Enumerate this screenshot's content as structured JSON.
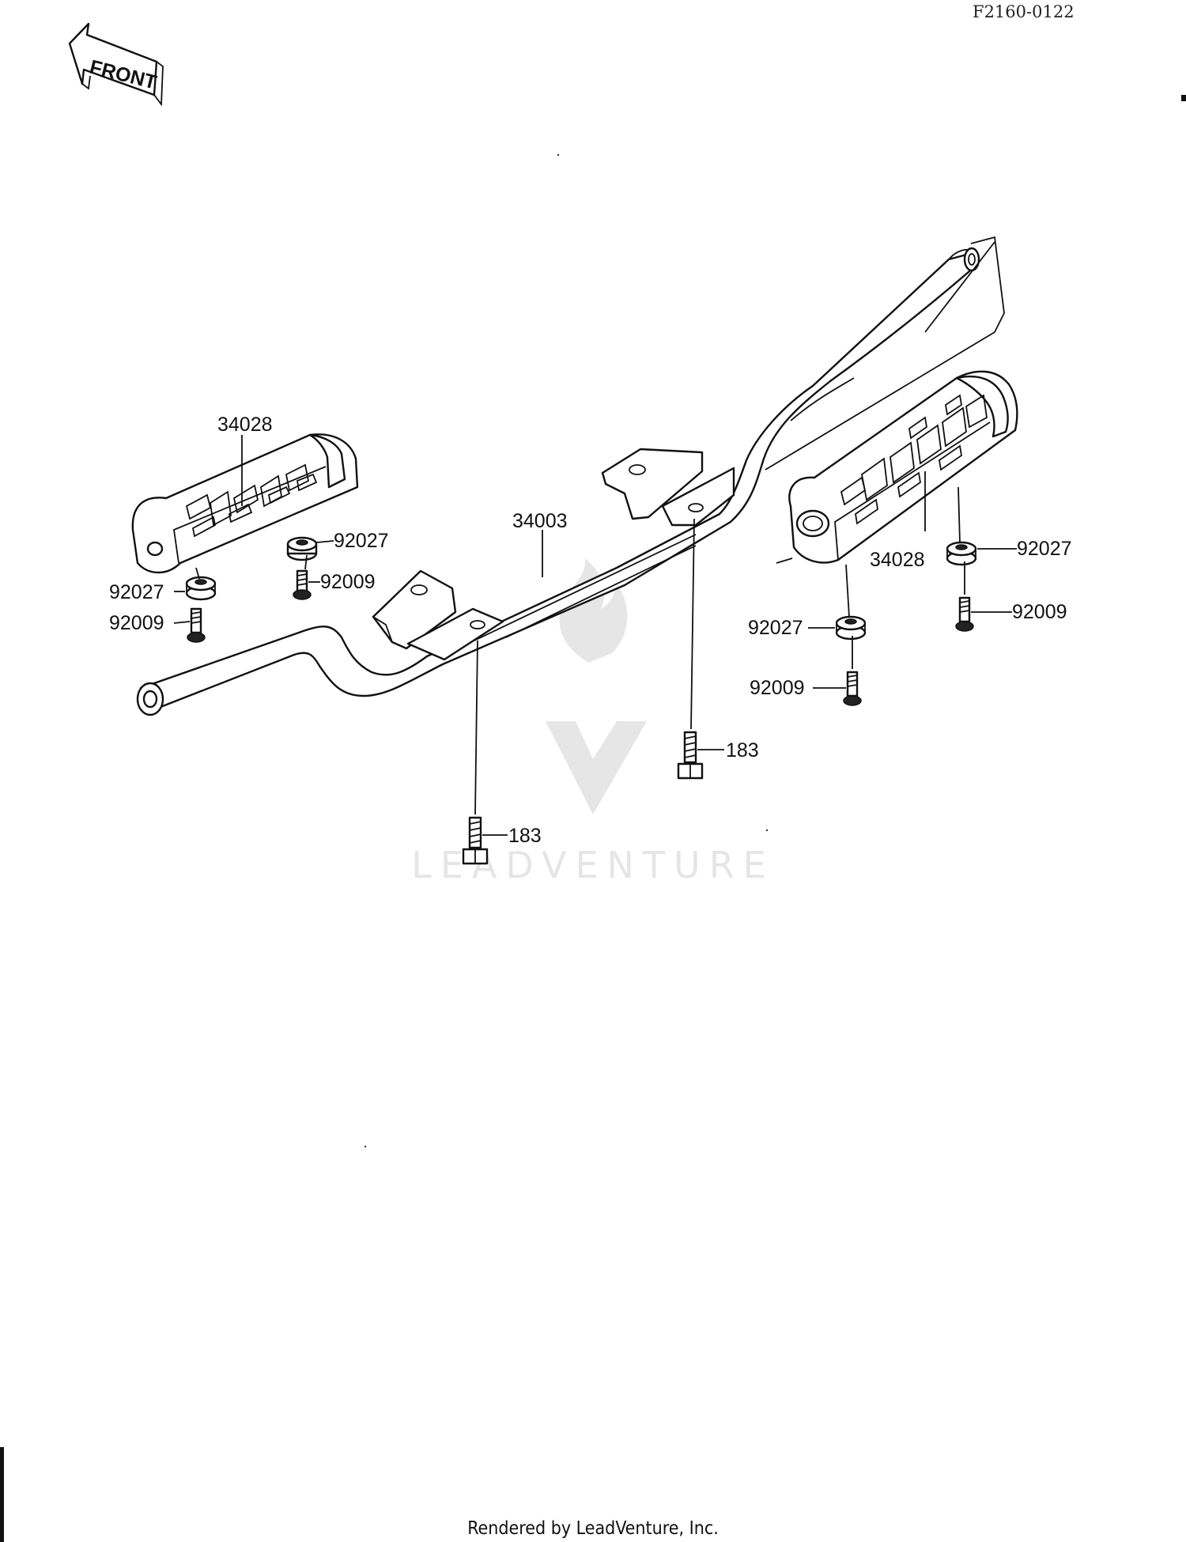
{
  "reference_code": "F2160-0122",
  "front_arrow_label": "FRONT",
  "callouts": {
    "left_footpeg": "34028",
    "right_footpeg": "34028",
    "crossbar": "34003",
    "left_upper_damper": "92027",
    "left_upper_bolt": "92009",
    "left_lower_damper": "92027",
    "left_lower_bolt": "92009",
    "right_upper_damper": "92027",
    "right_upper_bolt": "92009",
    "right_lower_damper": "92027",
    "right_lower_bolt": "92009",
    "center_bolt_right": "183",
    "center_bolt_left": "183"
  },
  "watermark": "LEADVENTURE",
  "footer": "Rendered by LeadVenture, Inc."
}
